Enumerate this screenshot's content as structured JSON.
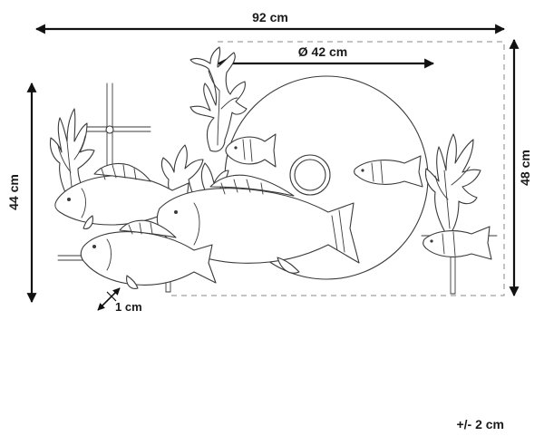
{
  "dimensions": {
    "total_width": "92 cm",
    "disc_diameter": "Ø 42 cm",
    "total_height": "48 cm",
    "frame_height": "44 cm",
    "depth": "1 cm"
  },
  "tolerance": "+/- 2 cm"
}
